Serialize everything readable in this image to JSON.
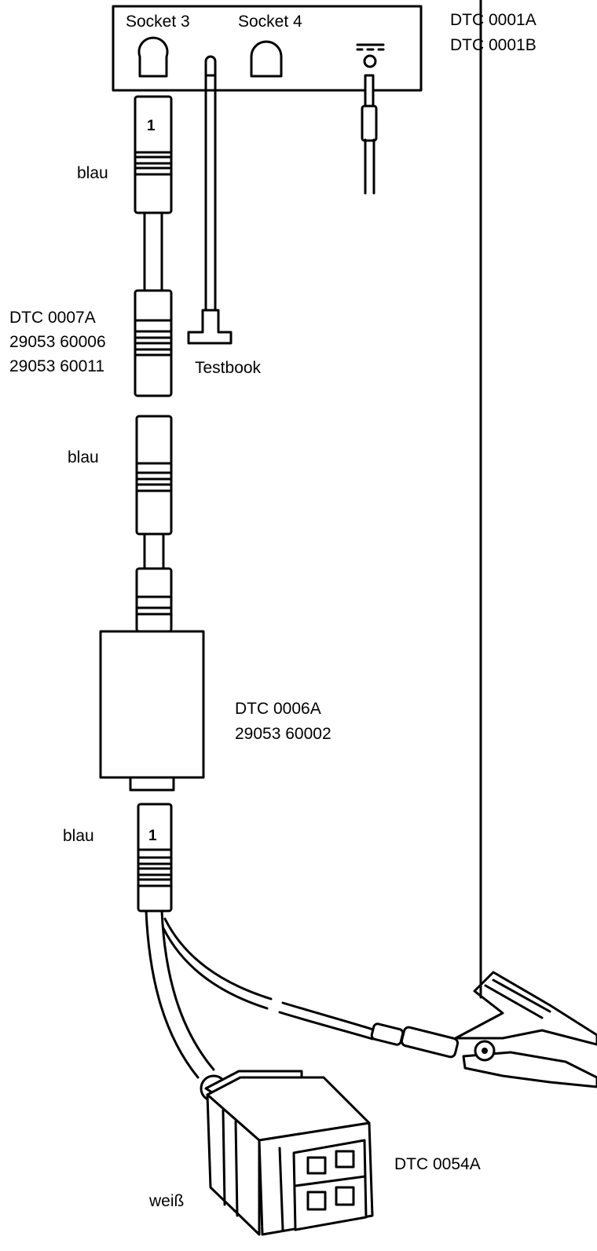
{
  "labels": {
    "socket3": "Socket 3",
    "socket4": "Socket 4",
    "dtc_0001": [
      "DTC 0001A",
      "DTC 0001B"
    ],
    "blau_1": "blau",
    "dtc_0007": [
      "DTC 0007A",
      "29053 60006",
      "29053 60011"
    ],
    "testbook": "Testbook",
    "blau_2": "blau",
    "dtc_0006": [
      "DTC 0006A",
      "29053 60002"
    ],
    "blau_3": "blau",
    "dtc_0054": "DTC 0054A",
    "weiss": "weiß"
  },
  "pin_marks": [
    "1",
    "1"
  ],
  "symbols": {
    "dc_power_symbol": "dc-power-icon",
    "alligator_clip": "alligator-clip-icon"
  },
  "colors": {
    "line": "#000000",
    "background": "#ffffff"
  }
}
